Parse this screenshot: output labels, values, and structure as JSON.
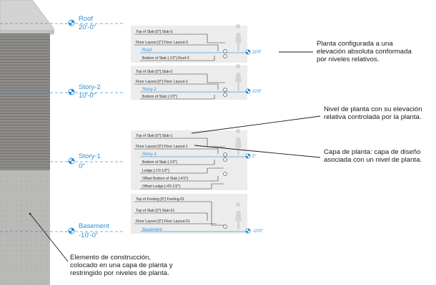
{
  "colors": {
    "accent": "#2f8fd3",
    "leader": "#1a1a1a",
    "siding": "#8e8c88",
    "foundation": "#b9b9b7",
    "roof": "#d0d0d0"
  },
  "levels": [
    {
      "name": "Roof",
      "elevation": "20'-0\""
    },
    {
      "name": "Story-2",
      "elevation": "10'-0\""
    },
    {
      "name": "Story-1",
      "elevation": "0\""
    },
    {
      "name": "Basement",
      "elevation": "-10'-0\""
    }
  ],
  "panels": {
    "roof": {
      "rows": [
        "Top of Slab [0\"] Slab-3",
        "Floor Layout [2\"] Floor Layout-3",
        "Roof",
        "Bottom of Slab [-1'0\"] Roof-3"
      ],
      "elevation": "20'0\""
    },
    "story2": {
      "rows": [
        "Top of Slab [0\"] Slab-2",
        "Floor Layout [0\"] Floor Layout-2",
        "Story-2",
        "Bottom of Slab [-1'0\"]"
      ],
      "elevation": "10'0\""
    },
    "story1": {
      "rows": [
        "Top of Slab [0\"] Slab-1",
        "Floor Layout [0\"] Floor Layout-1",
        "Story-1",
        "Bottom of Slab [-1'0\"]",
        "Ledge [-1'0 1/2\"]",
        "Offset Bottom of Slab [-4'0\"]",
        "Offset Ledge [-4'0 1/2\"]"
      ],
      "elevation": "0\""
    },
    "basement": {
      "rows": [
        "Top of Footing [0\"] Footing-01",
        "Top of Slab [0\"] Slab-01",
        "Floor Layout [0\"] Floor Layout-01",
        "Basement"
      ],
      "elevation": "-10'0\""
    }
  },
  "annotations": {
    "story_level": "Planta configurada a una\nelevación absoluta conformada\npor niveles relativos.",
    "layer_level": "Nivel de planta con su elevación\nrelativa controlada por la planta.",
    "design_layer": "Capa de planta: capa de diseño\nasociada con un nivel de planta.",
    "building_element": "Elemento de construcción,\ncolocado en una capa de planta y\nrestringido por niveles de planta."
  }
}
